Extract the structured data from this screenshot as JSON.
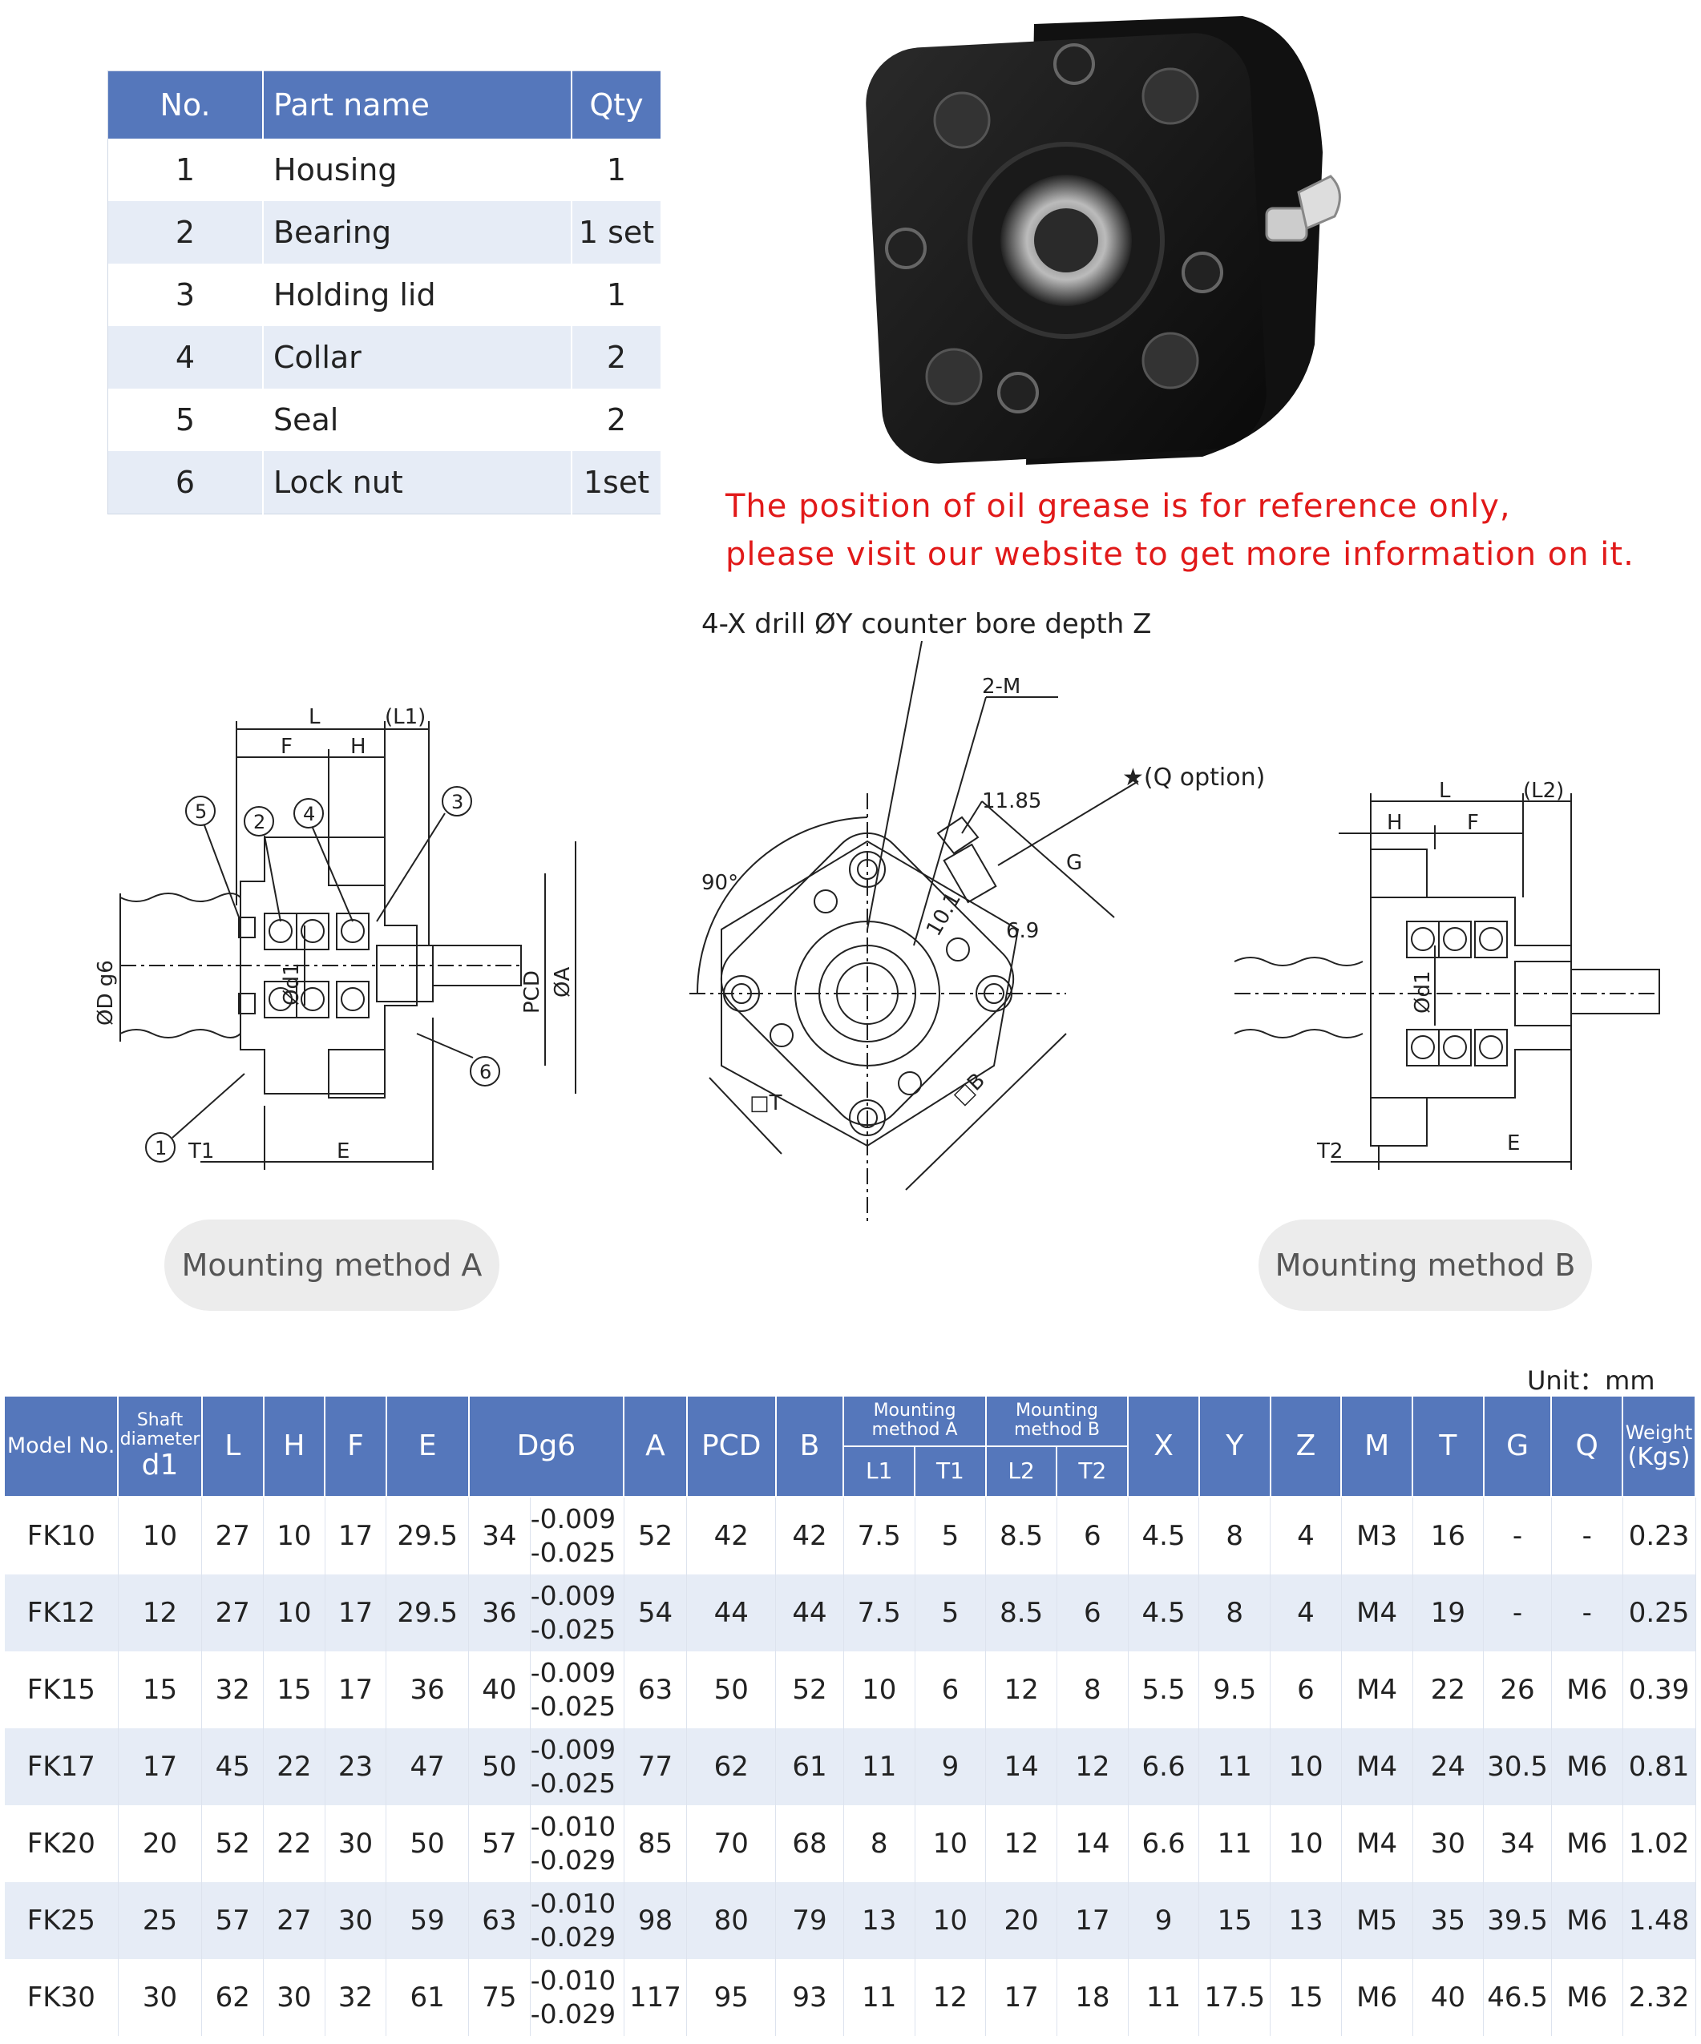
{
  "parts_table": {
    "headers": {
      "no": "No.",
      "name": "Part name",
      "qty": "Qty"
    },
    "rows": [
      {
        "no": "1",
        "name": "Housing",
        "qty": "1"
      },
      {
        "no": "2",
        "name": "Bearing",
        "qty": "1 set"
      },
      {
        "no": "3",
        "name": "Holding lid",
        "qty": "1"
      },
      {
        "no": "4",
        "name": "Collar",
        "qty": "2"
      },
      {
        "no": "5",
        "name": "Seal",
        "qty": "2"
      },
      {
        "no": "6",
        "name": "Lock nut",
        "qty": "1set"
      }
    ]
  },
  "note": {
    "line1": "The position of oil grease is for reference only,",
    "line2": "please visit our website to get more information on it."
  },
  "drawing": {
    "hole_spec": "4-X drill ØY counter bore depth Z",
    "m_label": "2-M",
    "q_option": "★(Q option)",
    "dim_1185": "11.85",
    "dim_101": "10.1",
    "dim_69": "6.9",
    "angle": "90°",
    "g": "G",
    "t_sq": "□T",
    "b_sq": "□B",
    "a": {
      "L": "L",
      "L1": "(L1)",
      "F": "F",
      "H": "H",
      "T1": "T1",
      "E": "E",
      "phiD": "ØD g6",
      "phid1": "Ød1",
      "pcd": "PCD",
      "phiA": "ØA",
      "callouts": [
        "1",
        "2",
        "3",
        "4",
        "5",
        "6"
      ]
    },
    "b": {
      "L": "L",
      "L2": "(L2)",
      "H": "H",
      "F": "F",
      "T2": "T2",
      "E": "E",
      "phid1": "Ød1"
    },
    "method_a": "Mounting method A",
    "method_b": "Mounting method B"
  },
  "unit": "Unit：mm",
  "spec_table": {
    "headers": {
      "model": "Model No.",
      "shaft_small": "Shaft diameter",
      "shaft_big": "d1",
      "L": "L",
      "H": "H",
      "F": "F",
      "E": "E",
      "Dg6": "Dg6",
      "A": "A",
      "PCD": "PCD",
      "B": "B",
      "mount_a": "Mounting method A",
      "mount_b": "Mounting method B",
      "L1": "L1",
      "T1": "T1",
      "L2": "L2",
      "T2": "T2",
      "X": "X",
      "Y": "Y",
      "Z": "Z",
      "M": "M",
      "T": "T",
      "G": "G",
      "Q": "Q",
      "weight": "Weight",
      "weight_unit": "(Kgs)"
    },
    "rows": [
      {
        "model": "FK10",
        "d1": "10",
        "L": "27",
        "H": "10",
        "F": "17",
        "E": "29.5",
        "D": "34",
        "tol_up": "-0.009",
        "tol_low": "-0.025",
        "A": "52",
        "PCD": "42",
        "B": "42",
        "L1": "7.5",
        "T1": "5",
        "L2": "8.5",
        "T2": "6",
        "X": "4.5",
        "Y": "8",
        "Z": "4",
        "M": "M3",
        "T": "16",
        "G": "-",
        "Q": "-",
        "W": "0.23"
      },
      {
        "model": "FK12",
        "d1": "12",
        "L": "27",
        "H": "10",
        "F": "17",
        "E": "29.5",
        "D": "36",
        "tol_up": "-0.009",
        "tol_low": "-0.025",
        "A": "54",
        "PCD": "44",
        "B": "44",
        "L1": "7.5",
        "T1": "5",
        "L2": "8.5",
        "T2": "6",
        "X": "4.5",
        "Y": "8",
        "Z": "4",
        "M": "M4",
        "T": "19",
        "G": "-",
        "Q": "-",
        "W": "0.25"
      },
      {
        "model": "FK15",
        "d1": "15",
        "L": "32",
        "H": "15",
        "F": "17",
        "E": "36",
        "D": "40",
        "tol_up": "-0.009",
        "tol_low": "-0.025",
        "A": "63",
        "PCD": "50",
        "B": "52",
        "L1": "10",
        "T1": "6",
        "L2": "12",
        "T2": "8",
        "X": "5.5",
        "Y": "9.5",
        "Z": "6",
        "M": "M4",
        "T": "22",
        "G": "26",
        "Q": "M6",
        "W": "0.39"
      },
      {
        "model": "FK17",
        "d1": "17",
        "L": "45",
        "H": "22",
        "F": "23",
        "E": "47",
        "D": "50",
        "tol_up": "-0.009",
        "tol_low": "-0.025",
        "A": "77",
        "PCD": "62",
        "B": "61",
        "L1": "11",
        "T1": "9",
        "L2": "14",
        "T2": "12",
        "X": "6.6",
        "Y": "11",
        "Z": "10",
        "M": "M4",
        "T": "24",
        "G": "30.5",
        "Q": "M6",
        "W": "0.81"
      },
      {
        "model": "FK20",
        "d1": "20",
        "L": "52",
        "H": "22",
        "F": "30",
        "E": "50",
        "D": "57",
        "tol_up": "-0.010",
        "tol_low": "-0.029",
        "A": "85",
        "PCD": "70",
        "B": "68",
        "L1": "8",
        "T1": "10",
        "L2": "12",
        "T2": "14",
        "X": "6.6",
        "Y": "11",
        "Z": "10",
        "M": "M4",
        "T": "30",
        "G": "34",
        "Q": "M6",
        "W": "1.02"
      },
      {
        "model": "FK25",
        "d1": "25",
        "L": "57",
        "H": "27",
        "F": "30",
        "E": "59",
        "D": "63",
        "tol_up": "-0.010",
        "tol_low": "-0.029",
        "A": "98",
        "PCD": "80",
        "B": "79",
        "L1": "13",
        "T1": "10",
        "L2": "20",
        "T2": "17",
        "X": "9",
        "Y": "15",
        "Z": "13",
        "M": "M5",
        "T": "35",
        "G": "39.5",
        "Q": "M6",
        "W": "1.48"
      },
      {
        "model": "FK30",
        "d1": "30",
        "L": "62",
        "H": "30",
        "F": "32",
        "E": "61",
        "D": "75",
        "tol_up": "-0.010",
        "tol_low": "-0.029",
        "A": "117",
        "PCD": "95",
        "B": "93",
        "L1": "11",
        "T1": "12",
        "L2": "17",
        "T2": "18",
        "X": "11",
        "Y": "17.5",
        "Z": "15",
        "M": "M6",
        "T": "40",
        "G": "46.5",
        "Q": "M6",
        "W": "2.32"
      }
    ]
  },
  "colors": {
    "header_blue": "#5577bb",
    "row_alt": "#e6ecf6",
    "note_red": "#e11919",
    "pill_gray": "#ececec"
  },
  "icons": {
    "product": "bearing-support-block-photo",
    "grease_nipple": "grease-nipple-icon"
  }
}
